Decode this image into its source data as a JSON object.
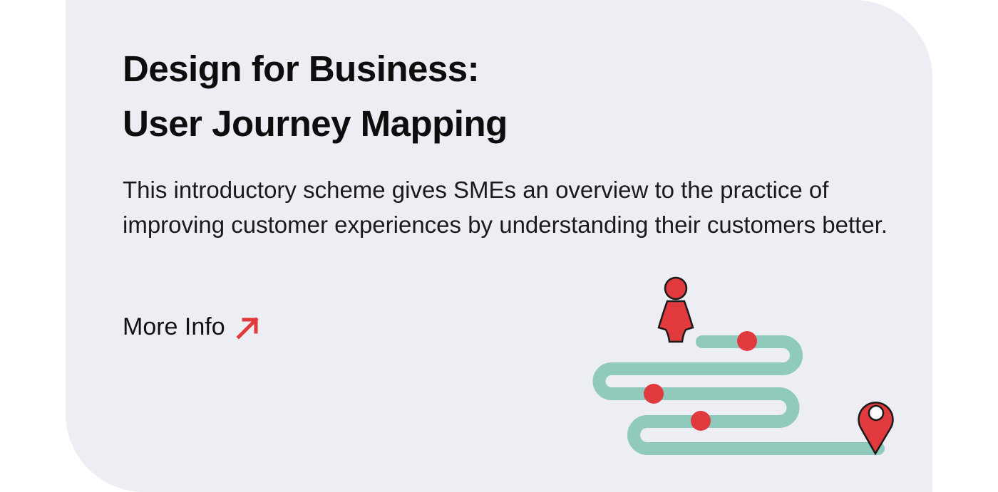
{
  "card": {
    "title_line1": "Design for Business:",
    "title_line2": "User Journey Mapping",
    "description": "This introductory scheme gives SMEs an overview to the practice of improving customer experiences by understanding their customers better.",
    "more_info_label": "More Info",
    "more_info_icon": "arrow-up-right-icon"
  },
  "colors": {
    "background": "#eceef3",
    "accent": "#e0393e",
    "path": "#8fcabd"
  }
}
